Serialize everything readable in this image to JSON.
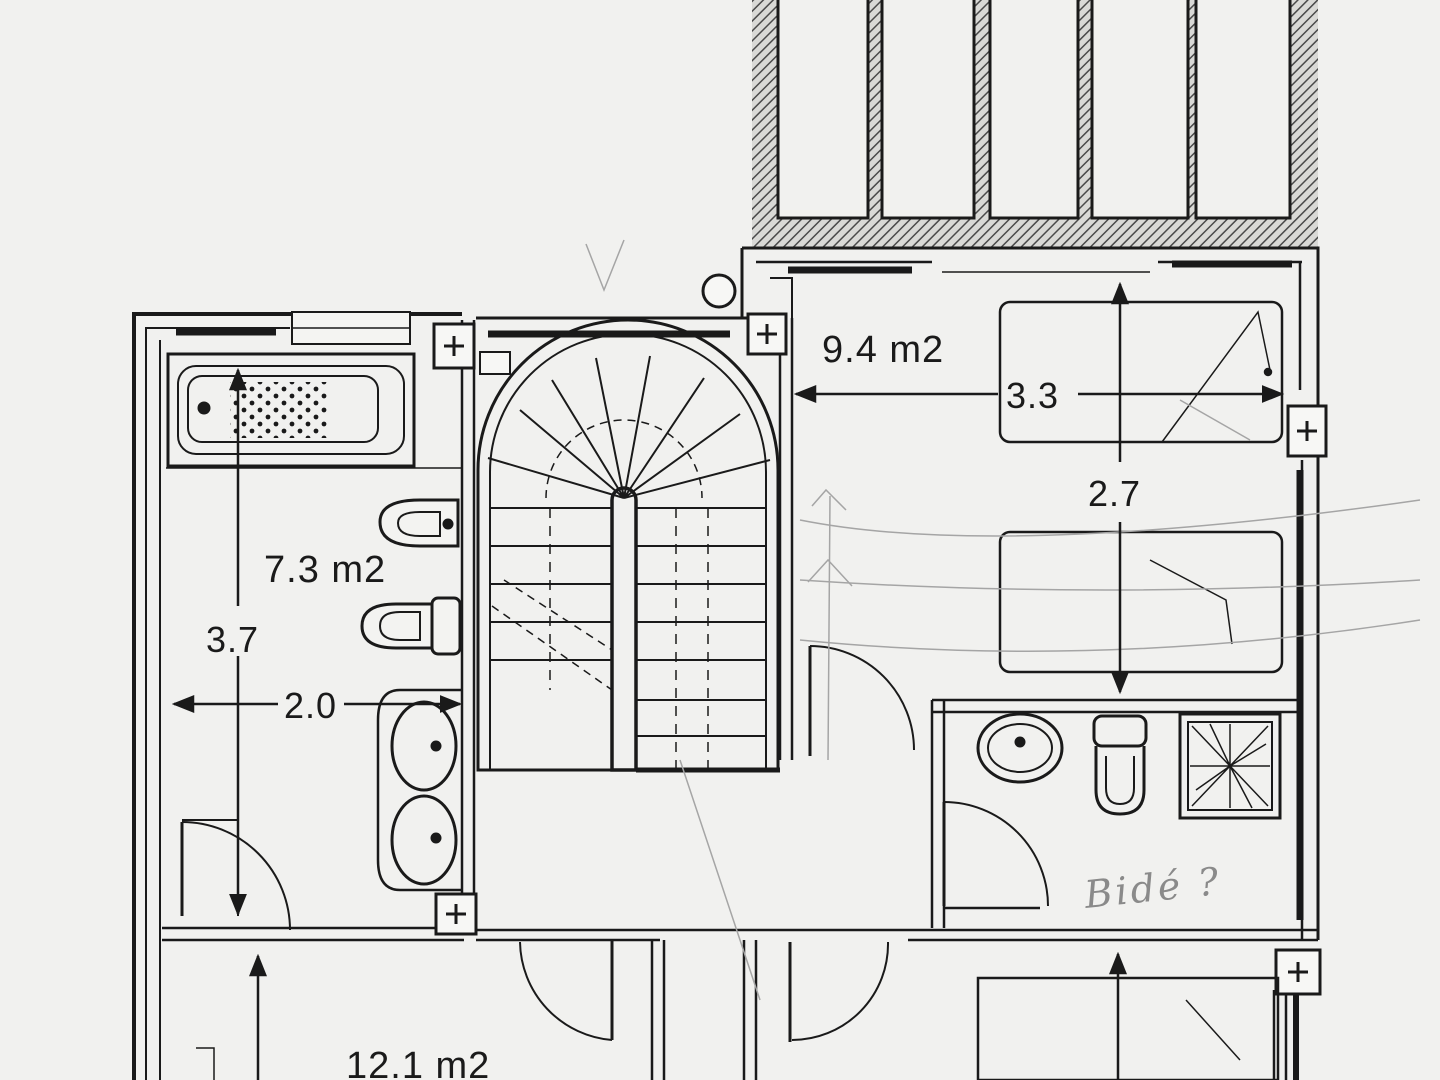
{
  "diagram": {
    "rooms": [
      {
        "id": "bathroom",
        "area": "7.3 m2",
        "width": "2.0",
        "length": "3.7"
      },
      {
        "id": "bedroom-right",
        "area": "9.4 m2",
        "width": "3.3",
        "length": "2.7"
      },
      {
        "id": "bedroom-bottom",
        "area": "12.1 m2"
      }
    ],
    "note": "Bidé ?",
    "colors": {
      "ink": "#1a1a1a",
      "paper": "#f1f1ef",
      "hatch": "#555555",
      "pencil": "#9a9a9a"
    }
  }
}
